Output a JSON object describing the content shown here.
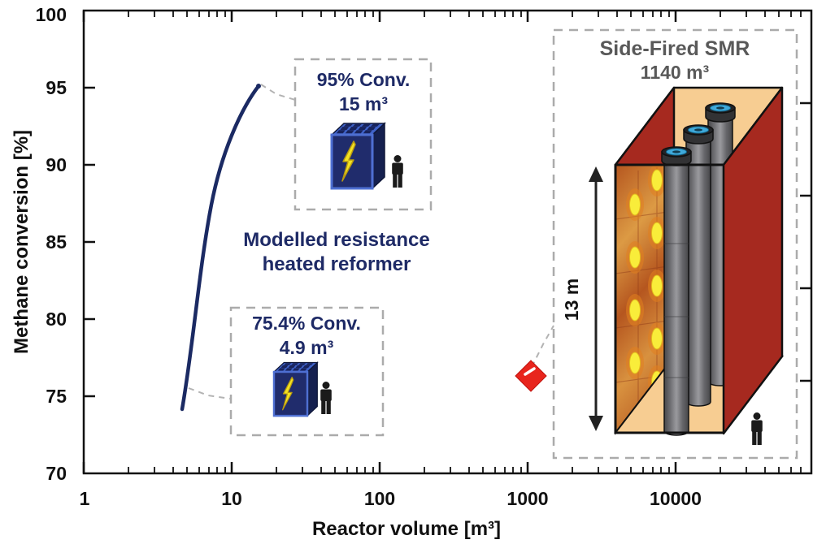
{
  "axes": {
    "x": {
      "label": "Reactor volume [m³]",
      "scale": "log",
      "range": [
        1,
        80000
      ],
      "tick_labels": [
        "1",
        "10",
        "100",
        "1000",
        "10000"
      ]
    },
    "y": {
      "label": "Methane conversion [%]",
      "range": [
        70,
        100
      ],
      "tick_labels": [
        "100",
        "95",
        "90",
        "85",
        "80",
        "75",
        "70"
      ],
      "right_tick_values": [
        94,
        88,
        82,
        76
      ]
    }
  },
  "chart_data": {
    "type": "line",
    "title": "",
    "xlabel": "Reactor volume [m³]",
    "ylabel": "Methane conversion [%]",
    "x_scale": "log",
    "xlim": [
      1,
      80000
    ],
    "ylim": [
      70,
      100
    ],
    "grid": false,
    "series": [
      {
        "name": "Modelled resistance heated reformer",
        "type": "line",
        "color": "#1B2A63",
        "points_x": [
          4.6,
          4.9,
          5.5,
          6.3,
          7.4,
          8.7,
          10.2,
          12.0,
          13.5,
          15.0
        ],
        "points_y": [
          74.1,
          75.4,
          78.2,
          81.2,
          84.3,
          87.3,
          90.1,
          92.6,
          94.0,
          95.0
        ]
      },
      {
        "name": "Side-Fired SMR",
        "type": "scatter",
        "marker": "diamond",
        "color": "#E8251D",
        "points_x": [
          1140
        ],
        "points_y": [
          76.2
        ]
      }
    ],
    "annotations": [
      {
        "text": "95% Conv. / 15 m³",
        "x": 15,
        "y": 95
      },
      {
        "text": "75.4% Conv. / 4.9 m³",
        "x": 4.9,
        "y": 75.4
      },
      {
        "text": "Modelled resistance heated reformer"
      },
      {
        "text": "Side-Fired SMR 1140 m³",
        "x": 1140,
        "y": 76.2
      },
      {
        "text": "13 m"
      }
    ]
  },
  "callouts": {
    "box95": {
      "line1": "95% Conv.",
      "line2": "15 m³"
    },
    "box75": {
      "line1": "75.4% Conv.",
      "line2": "4.9 m³"
    },
    "modelled": {
      "line1": "Modelled resistance",
      "line2": "heated reformer"
    }
  },
  "smr": {
    "title": "Side-Fired SMR",
    "volume": "1140 m³",
    "height_label": "13 m"
  },
  "icons": {
    "reformer": "electric-reformer-box-icon",
    "lightning": "lightning-bolt-icon",
    "person": "person-icon",
    "flame": "burner-flame-icon",
    "tube": "reformer-tube-icon",
    "diamond": "smr-datapoint-diamond"
  },
  "colors": {
    "navy_text": "#1E2A66",
    "curve": "#1B2A63",
    "datapoint_red": "#E8251D",
    "furnace_red": "#A6291F",
    "cream": "#F7CD92",
    "flame_yellow": "#F9ED3A",
    "smr_text_gray": "#595959",
    "dashed_border": "#ABABAB"
  }
}
